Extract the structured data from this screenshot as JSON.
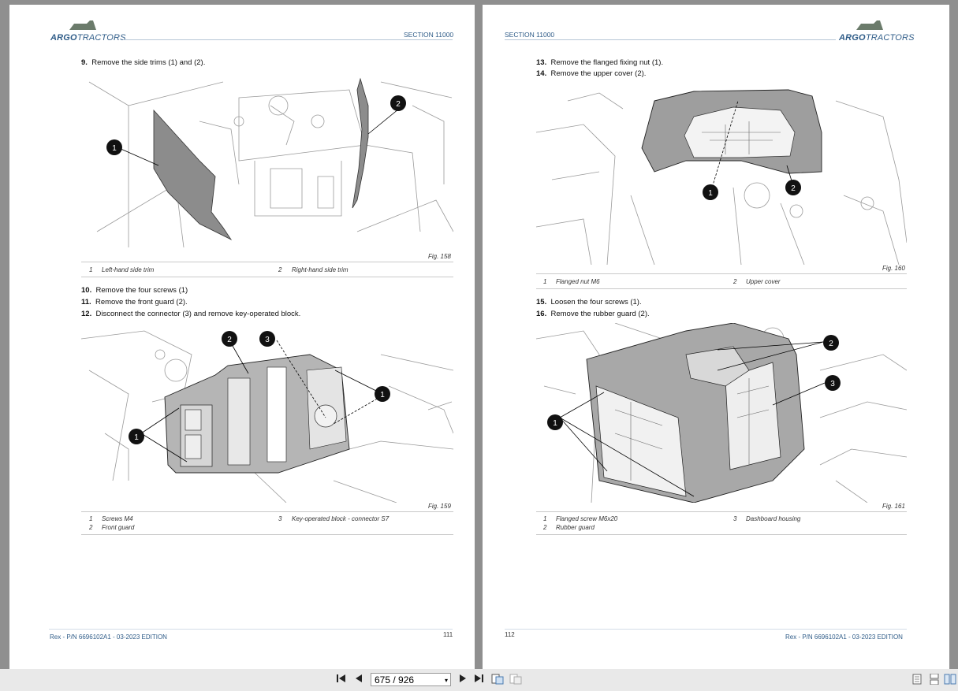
{
  "left_page": {
    "logo": {
      "brand_bold": "ARGO",
      "brand_light": "TRACTORS"
    },
    "section": "SECTION 11000",
    "steps_a": [
      {
        "num": "9.",
        "text": "Remove the side trims (1) and (2)."
      }
    ],
    "fig_a": {
      "label": "Fig. 158",
      "callouts": [
        "1",
        "2"
      ],
      "captions": [
        {
          "num": "1",
          "text": "Left-hand side trim"
        },
        {
          "num": "2",
          "text": "Right-hand side trim"
        }
      ]
    },
    "steps_b": [
      {
        "num": "10.",
        "text": "Remove the four screws (1)"
      },
      {
        "num": "11.",
        "text": "Remove the front guard (2)."
      },
      {
        "num": "12.",
        "text": "Disconnect the connector (3) and remove key-operated block."
      }
    ],
    "fig_b": {
      "label": "Fig. 159",
      "callouts": [
        "1",
        "2",
        "3",
        "1"
      ],
      "captions": [
        {
          "num": "1",
          "text": "Screws M4"
        },
        {
          "num": "2",
          "text": "Front guard"
        },
        {
          "num": "3",
          "text": "Key-operated block - connector S7"
        }
      ]
    },
    "footer_left": "Rex - P/N 6696102A1 - 03-2023 EDITION",
    "page_number": "111"
  },
  "right_page": {
    "logo": {
      "brand_bold": "ARGO",
      "brand_light": "TRACTORS"
    },
    "section": "SECTION 11000",
    "steps_a": [
      {
        "num": "13.",
        "text": "Remove the flanged fixing nut (1)."
      },
      {
        "num": "14.",
        "text": "Remove the upper cover (2)."
      }
    ],
    "fig_a": {
      "label": "Fig. 160",
      "callouts": [
        "1",
        "2"
      ],
      "captions": [
        {
          "num": "1",
          "text": "Flanged nut M6"
        },
        {
          "num": "2",
          "text": "Upper cover"
        }
      ]
    },
    "steps_b": [
      {
        "num": "15.",
        "text": "Loosen the four screws (1)."
      },
      {
        "num": "16.",
        "text": "Remove the rubber guard (2)."
      }
    ],
    "fig_b": {
      "label": "Fig. 161",
      "callouts": [
        "2",
        "3",
        "1"
      ],
      "captions": [
        {
          "num": "1",
          "text": "Flanged screw M6x20"
        },
        {
          "num": "2",
          "text": "Rubber guard"
        },
        {
          "num": "3",
          "text": "Dashboard housing"
        }
      ]
    },
    "footer_right": "Rex - P/N 6696102A1 - 03-2023 EDITION",
    "page_number": "112"
  },
  "toolbar": {
    "page_indicator": "675 / 926",
    "icons": [
      "first-page-icon",
      "prev-page-icon",
      "next-page-icon",
      "last-page-icon",
      "fit-page-icon",
      "fit-width-icon",
      "single-page-icon",
      "continuous-icon",
      "two-page-icon"
    ]
  }
}
